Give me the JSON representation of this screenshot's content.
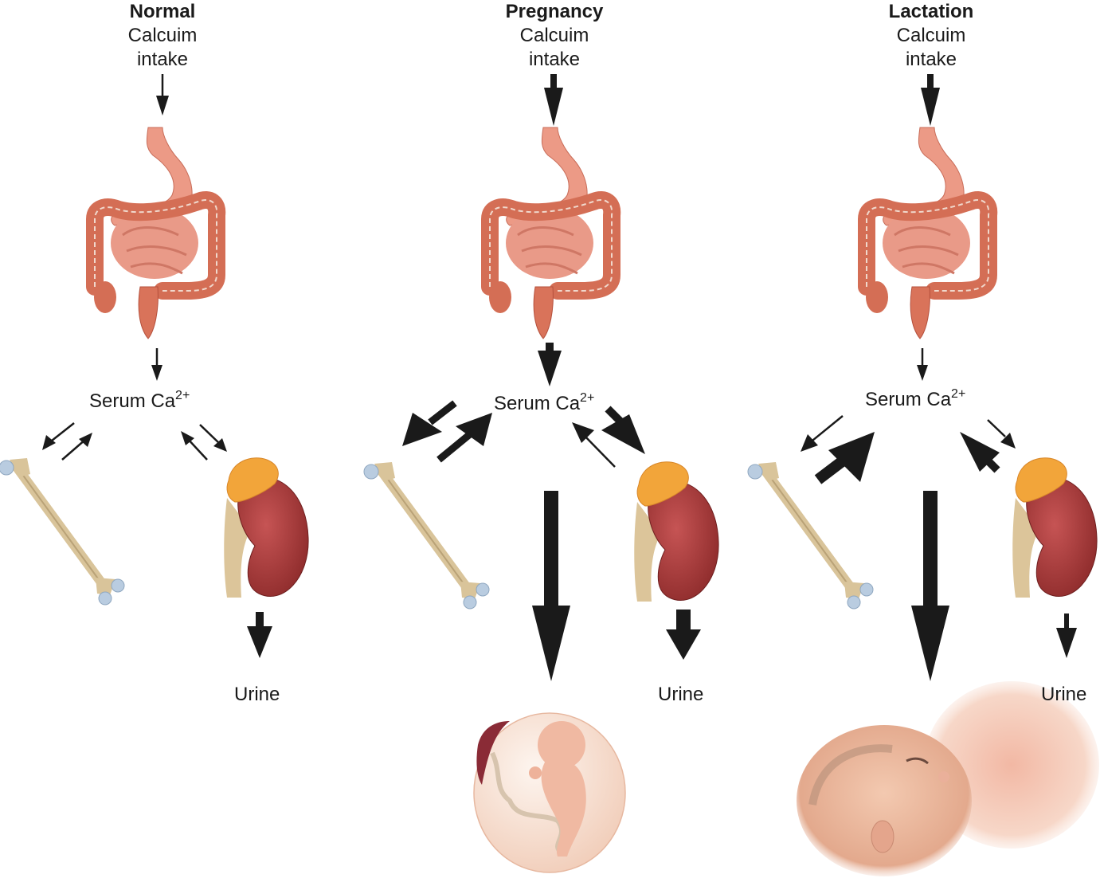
{
  "panels": [
    {
      "id": "normal",
      "heading": "Normal",
      "intake_line1": "Calcuim",
      "intake_line2": "intake",
      "serum_label": "Serum Ca",
      "serum_sup": "2+",
      "urine_label": "Urine",
      "target": "none",
      "arrow_weights": {
        "intake": "thin",
        "gut_to_serum": "thin",
        "serum_to_bone": "thin",
        "bone_to_serum": "thin",
        "kidney_to_serum": "thin",
        "serum_to_kidney": "thin",
        "to_urine": "medium"
      }
    },
    {
      "id": "pregnancy",
      "heading": "Pregnancy",
      "intake_line1": "Calcuim",
      "intake_line2": "intake",
      "serum_label": "Serum Ca",
      "serum_sup": "2+",
      "urine_label": "Urine",
      "target": "fetus",
      "arrow_weights": {
        "intake": "thick",
        "gut_to_serum": "thick",
        "serum_to_bone": "thick",
        "bone_to_serum": "thick",
        "kidney_to_serum": "thin",
        "serum_to_kidney": "thick",
        "to_urine": "thick",
        "to_target": "thick"
      }
    },
    {
      "id": "lactation",
      "heading": "Lactation",
      "intake_line1": "Calcuim",
      "intake_line2": "intake",
      "serum_label": "Serum Ca",
      "serum_sup": "2+",
      "urine_label": "Urine",
      "target": "breastfeeding-infant",
      "arrow_weights": {
        "intake": "thick",
        "gut_to_serum": "thin",
        "serum_to_bone": "thin",
        "bone_to_serum": "thick",
        "kidney_to_serum": "thick",
        "serum_to_kidney": "thin",
        "to_urine": "medium",
        "to_target": "thick"
      }
    }
  ],
  "colors": {
    "arrow": "#1a1a1a",
    "gut": "#d9735a",
    "gut_dark": "#b5503c",
    "stomach": "#ec9a86",
    "bone": "#d9c49a",
    "bone_cap": "#b9cce0",
    "kidney": "#a83a3a",
    "adrenal": "#f2a53a",
    "fetus": "#f0b9a2",
    "sac": "#f8e2d6",
    "skin": "#f2cdb8"
  }
}
